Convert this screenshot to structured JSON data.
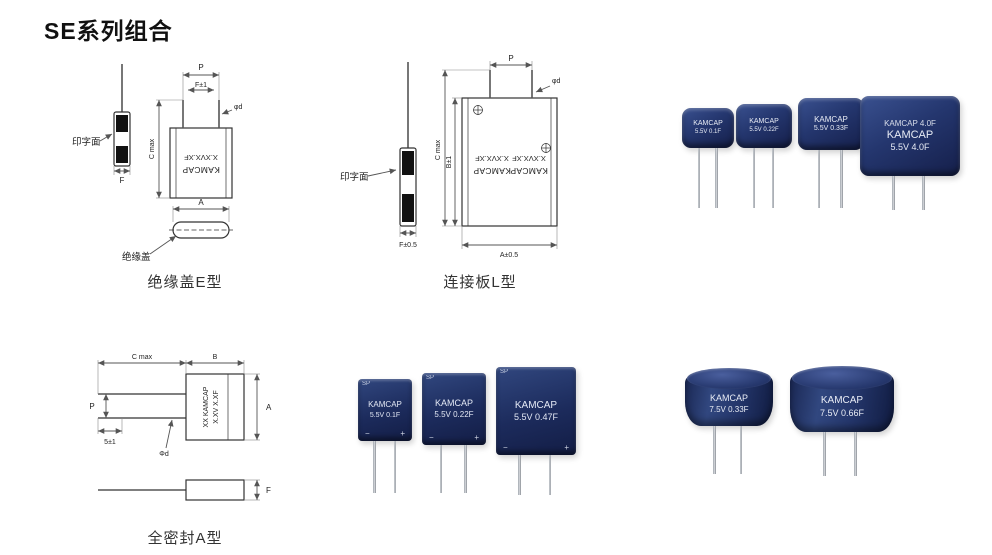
{
  "page": {
    "title": "SE系列组合"
  },
  "captions": {
    "e_type": "绝缘盖E型",
    "l_type": "连接板L型",
    "a_type": "全密封A型"
  },
  "drawings": {
    "e_type": {
      "print_face_label": "印字面",
      "insulation_cover_label": "绝缘盖",
      "brand": "KAMCAP",
      "spec": "X.XVX.XF",
      "dim_p": "P",
      "dim_f1": "F±1",
      "dim_phid": "φd",
      "dim_cmax": "C max",
      "dim_f": "F",
      "dim_a": "A"
    },
    "l_type": {
      "print_face_label": "印字面",
      "brand": "KAMCAP",
      "spec": "X.XVX.XF",
      "dim_p": "P",
      "dim_phid": "φd",
      "dim_cmax": "C max",
      "dim_b": "B±1",
      "dim_f": "F±0.5",
      "dim_a": "A±0.5"
    },
    "a_type": {
      "brand_line": "XX KAMCAP",
      "spec_line": "X.XV X.XF",
      "dim_cmax": "C max",
      "dim_b": "B",
      "dim_p": "P",
      "dim_5": "5±1",
      "dim_phid": "Φd",
      "dim_a": "A",
      "dim_f": "F"
    }
  },
  "photos": {
    "radial": [
      {
        "line1": "KAMCAP",
        "line2": "5.5V 0.1F"
      },
      {
        "line1": "KAMCAP",
        "line2": "5.5V 0.22F"
      },
      {
        "line1": "KAMCAP",
        "line2": "5.5V 0.33F"
      },
      {
        "top": "KAMCAP 4.0F",
        "line1": "KAMCAP",
        "line2": "5.5V 4.0F"
      }
    ],
    "sp": [
      {
        "corner": "SP",
        "line1": "KAMCAP",
        "line2": "5.5V 0.1F",
        "minus": "−",
        "plus": "+"
      },
      {
        "corner": "SP",
        "line1": "KAMCAP",
        "line2": "5.5V 0.22F",
        "minus": "−",
        "plus": "+"
      },
      {
        "corner": "SP",
        "line1": "KAMCAP",
        "line2": "5.5V 0.47F",
        "minus": "−",
        "plus": "+"
      }
    ],
    "cylinder": [
      {
        "line1": "KAMCAP",
        "line2": "7.5V 0.33F"
      },
      {
        "line1": "KAMCAP",
        "line2": "7.5V 0.66F"
      }
    ]
  },
  "colors": {
    "cap_navy": "#1c2b5e",
    "cap_navy_light": "#31477f",
    "line": "#555555"
  }
}
